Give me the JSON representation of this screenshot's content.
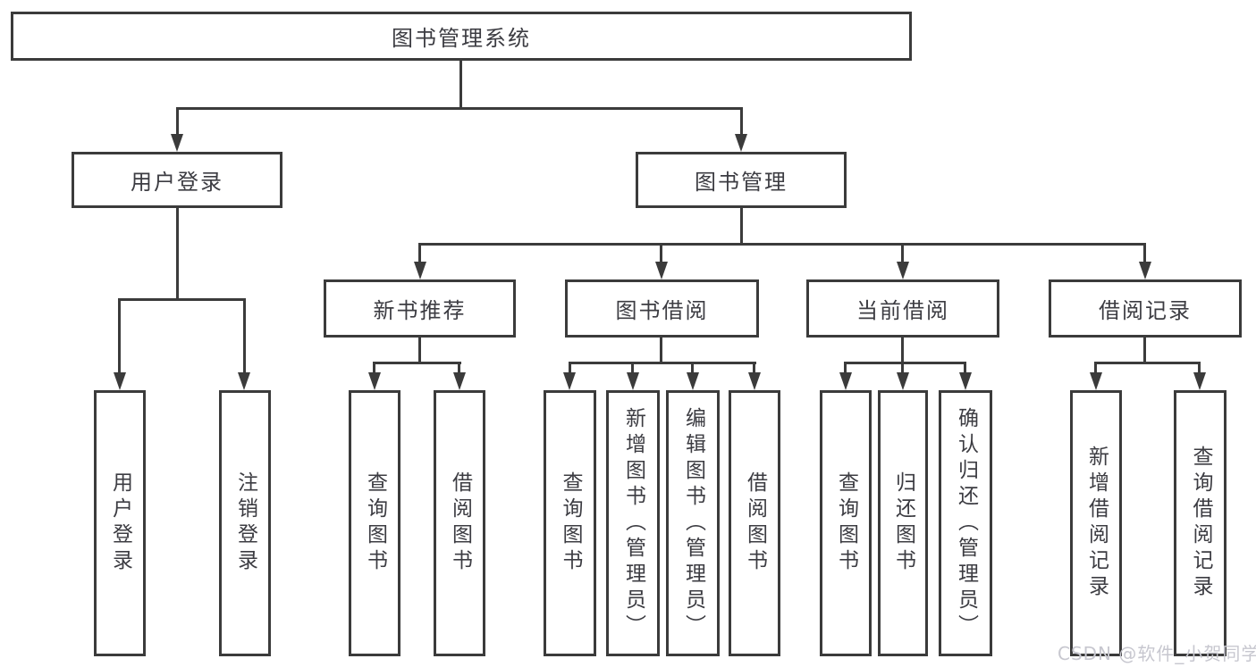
{
  "diagram": {
    "root": {
      "label": "图书管理系统"
    },
    "level2": {
      "user_login": {
        "label": "用户登录"
      },
      "book_management": {
        "label": "图书管理"
      }
    },
    "level3": {
      "new_book_recommend": {
        "label": "新书推荐"
      },
      "book_borrow": {
        "label": "图书借阅"
      },
      "current_borrow": {
        "label": "当前借阅"
      },
      "borrow_records": {
        "label": "借阅记录"
      }
    },
    "leaves": {
      "user_login": {
        "label": "用户登录"
      },
      "logout": {
        "label": "注销登录"
      },
      "rec_query_books": {
        "label": "查询图书"
      },
      "rec_borrow_books": {
        "label": "借阅图书"
      },
      "borrow_query_books": {
        "label": "查询图书"
      },
      "borrow_add_books": {
        "label": "新增图书（管理员）"
      },
      "borrow_edit_books": {
        "label": "编辑图书（管理员）"
      },
      "borrow_borrow_books": {
        "label": "借阅图书"
      },
      "current_query_books": {
        "label": "查询图书"
      },
      "current_return_books": {
        "label": "归还图书"
      },
      "current_confirm_return": {
        "label": "确认归还（管理员）"
      },
      "records_add_record": {
        "label": "新增借阅记录"
      },
      "records_query_record": {
        "label": "查询借阅记录"
      }
    },
    "watermark": "CSDN @软件_小贺同学",
    "colors": {
      "line": "#3b3b3b",
      "text": "#3c3c42",
      "watermark": "#c7c7cf",
      "background": "#ffffff"
    }
  }
}
